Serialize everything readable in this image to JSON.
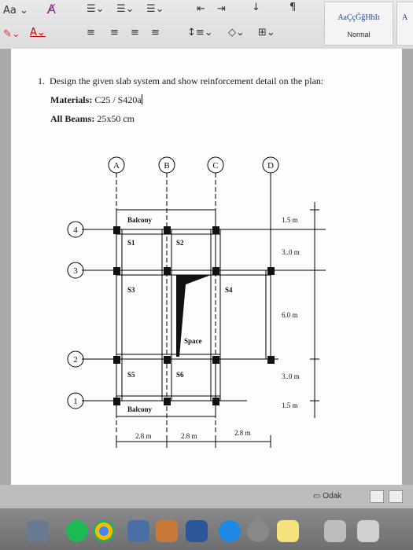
{
  "ribbon": {
    "font_label": "Aa",
    "styles": [
      {
        "preview": "AaÇçĞğHhIı",
        "name": "Normal"
      },
      {
        "preview": "A",
        "name": ""
      }
    ]
  },
  "question": {
    "number": "1.",
    "prompt": "Design the given slab system and show reinforcement detail on the plan:",
    "materials_label": "Materials:",
    "materials_value": "C25 / S420a",
    "beams_label": "All Beams:",
    "beams_value": "25x50 cm"
  },
  "plan": {
    "column_axes": [
      "A",
      "B",
      "C",
      "D"
    ],
    "row_axes": [
      "4",
      "3",
      "2",
      "1"
    ],
    "slabs": [
      "S1",
      "S2",
      "S3",
      "S4",
      "S5",
      "S6"
    ],
    "balcony_top": "Balcony",
    "balcony_bottom": "Balcony",
    "space_label": "Space",
    "dims_right": [
      "1.5 m",
      "3..0 m",
      "6.0 m",
      "3..0 m",
      "1.5 m"
    ],
    "dims_bottom": [
      "2.8 m",
      "2.8 m",
      "2.8 m"
    ]
  },
  "status": {
    "view_label": "Odak"
  },
  "colors": {
    "ribbon_bg": "#e3e3e5",
    "page_bg": "#fdfdfb",
    "status_bg": "#bcbcbe",
    "dock_bg": "#7c7c7e",
    "preview_blue": "#1f3e80"
  }
}
